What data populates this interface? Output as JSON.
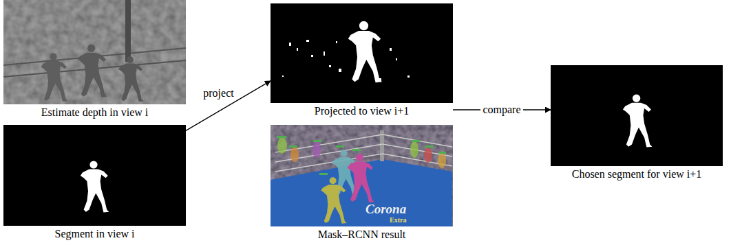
{
  "diagram": {
    "nodes": [
      {
        "text": [
          "Estimate depth in view i"
        ]
      },
      {
        "text": [
          "Segment in view i"
        ]
      },
      {
        "text": [
          "Projected to view i+1"
        ]
      },
      {
        "text": [
          "Mask–RCNN result"
        ]
      },
      {
        "text": [
          "Chosen segment for view i+1"
        ]
      }
    ],
    "edges": [
      {
        "from": 1,
        "to": 2,
        "arrow": "to",
        "label": "project"
      },
      {
        "from": 2,
        "to": 4,
        "arrow": "to",
        "label": "compare"
      }
    ],
    "labels": [
      "Corona",
      "Extra"
    ]
  }
}
